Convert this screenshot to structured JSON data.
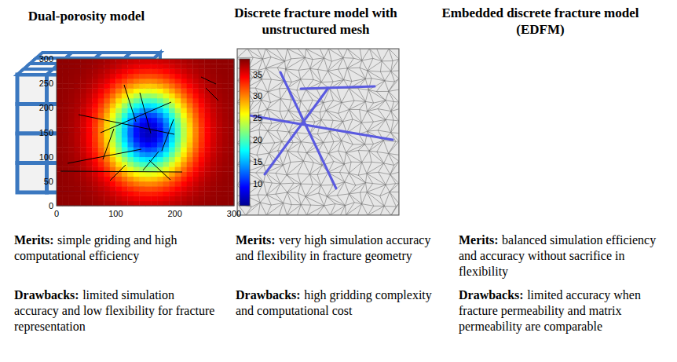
{
  "diagram": {
    "labels": [
      "Dual-porosity model",
      "Discrete fracture model with unstructured mesh",
      "Embedded discrete fracture model (EDFM)",
      "Merits:",
      "simple griding and high computational efficiency",
      "Drawbacks:",
      "limited simulation accuracy and low flexibility for fracture representation",
      "Merits:",
      "very high simulation accuracy and flexibility in fracture geometry",
      "Drawbacks:",
      "high gridding complexity and computational cost",
      "Merits:",
      "balanced simulation efficiency and accuracy without sacrifice in flexibility",
      "Drawbacks:",
      "limited accuracy when fracture permeability and matrix permeability are comparable",
      "300",
      "250",
      "200",
      "150",
      "100",
      "50",
      "0",
      "0",
      "100",
      "200",
      "300",
      "35",
      "30",
      "25",
      "20",
      "15",
      "10"
    ]
  }
}
